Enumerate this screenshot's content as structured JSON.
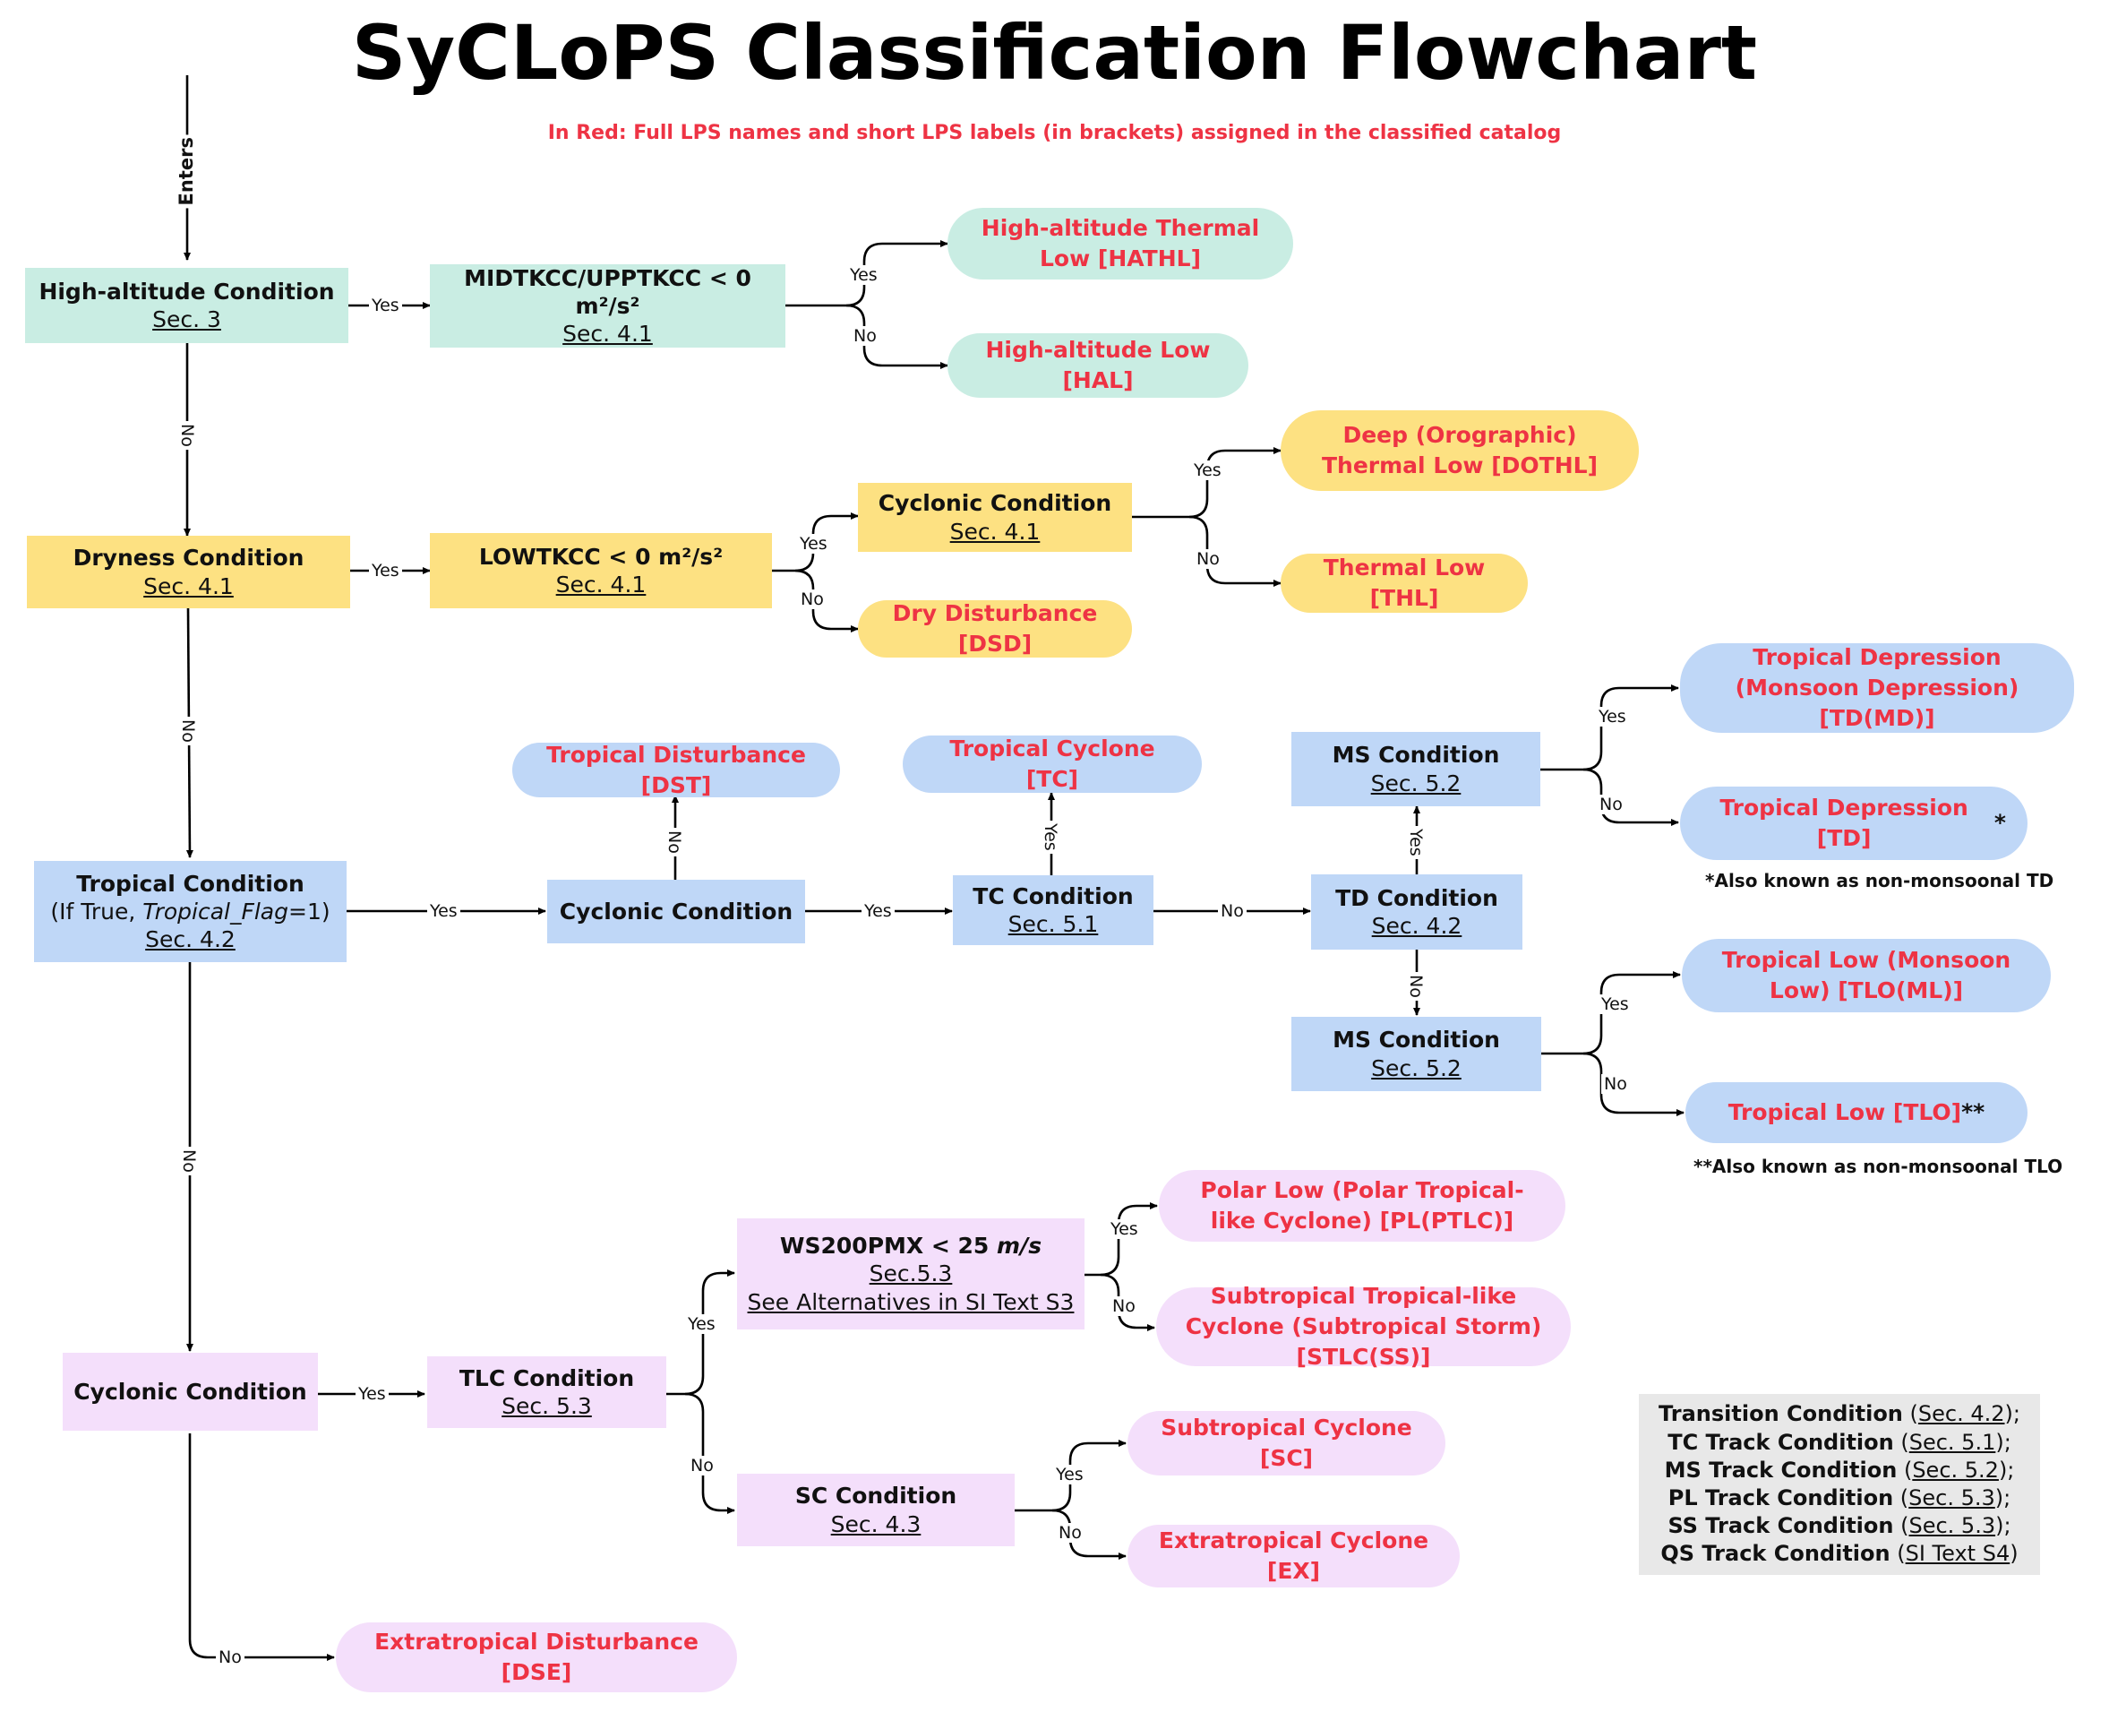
{
  "header": {
    "title": "SyCLoPS Classification Flowchart",
    "subtitle": "In Red: Full LPS names and short LPS labels (in brackets) assigned in the classified catalog"
  },
  "edge_labels": {
    "enters": "Enters",
    "yes": "Yes",
    "no": "No"
  },
  "conditions": {
    "high_altitude": {
      "name": "High-altitude Condition",
      "sec": "Sec. 3"
    },
    "midtkcc": {
      "name": "MIDTKCC/UPPTKCC < 0 m²/s²",
      "sec": "Sec. 4.1"
    },
    "dryness": {
      "name": "Dryness Condition",
      "sec": "Sec. 4.1"
    },
    "lowtkcc": {
      "name": "LOWTKCC < 0 m²/s²",
      "sec": "Sec. 4.1"
    },
    "cyclonic_dry": {
      "name": "Cyclonic Condition",
      "sec": "Sec. 4.1"
    },
    "tropical": {
      "name": "Tropical Condition",
      "detail_prefix": "(If True, ",
      "detail_flag": "Tropical_Flag",
      "detail_suffix": "=1)",
      "sec": "Sec. 4.2"
    },
    "cyclonic_trop": {
      "name": "Cyclonic Condition"
    },
    "tc": {
      "name": "TC Condition",
      "sec": "Sec. 5.1"
    },
    "td": {
      "name": "TD Condition",
      "sec": "Sec. 4.2"
    },
    "ms_upper": {
      "name": "MS Condition",
      "sec": "Sec. 5.2"
    },
    "ms_lower": {
      "name": "MS Condition",
      "sec": "Sec. 5.2"
    },
    "cyclonic_ex": {
      "name": "Cyclonic Condition"
    },
    "tlc": {
      "name": "TLC Condition",
      "sec": "Sec. 5.3"
    },
    "ws200": {
      "name_prefix": "WS200PMX < 25 ",
      "name_unit": "m/s",
      "sec": "Sec.5.3",
      "alt": "See Alternatives in SI Text S3"
    },
    "sc": {
      "name": "SC Condition",
      "sec": "Sec. 4.3"
    }
  },
  "outcomes": {
    "hathl": "High-altitude Thermal Low [HATHL]",
    "hal": "High-altitude Low [HAL]",
    "dothl": "Deep (Orographic) Thermal Low [DOTHL]",
    "thl": "Thermal Low [THL]",
    "dsd": "Dry Disturbance [DSD]",
    "dst": "Tropical Disturbance [DST]",
    "tc": "Tropical Cyclone [TC]",
    "tdmd": "Tropical Depression (Monsoon Depression) [TD(MD)]",
    "td": "Tropical Depression [TD]",
    "td_mark": "*",
    "tloml": "Tropical Low (Monsoon Low) [TLO(ML)]",
    "tlo": "Tropical Low [TLO]",
    "tlo_mark": "**",
    "plptlc": "Polar Low (Polar Tropical-like Cyclone) [PL(PTLC)]",
    "stlc": "Subtropical Tropical-like Cyclone (Subtropical Storm) [STLC(SS)]",
    "sc": "Subtropical Cyclone [SC]",
    "ex": "Extratropical Cyclone [EX]",
    "dse": "Extratropical Disturbance [DSE]"
  },
  "notes": {
    "td_note": "*Also known as non-monsoonal TD",
    "tlo_note": "**Also known as non-monsoonal TLO"
  },
  "legend": [
    {
      "name": "Transition Condition",
      "sec": "Sec. 4.2",
      "end": ");"
    },
    {
      "name": "TC Track Condition",
      "sec": "Sec. 5.1",
      "end": ");"
    },
    {
      "name": "MS Track Condition",
      "sec": "Sec. 5.2",
      "end": ");"
    },
    {
      "name": "PL Track Condition",
      "sec": "Sec. 5.3",
      "end": ");"
    },
    {
      "name": "SS Track Condition",
      "sec": "Sec. 5.3",
      "end": ");"
    },
    {
      "name": "QS Track Condition",
      "sec": "SI Text S4",
      "end": ")"
    }
  ],
  "colors": {
    "teal": "#c9ede3",
    "yellow": "#fde182",
    "blue": "#bfd7f7",
    "pink": "#f4dffb",
    "outcome_text": "#ee3344",
    "legend_bg": "#e8e8e8"
  }
}
